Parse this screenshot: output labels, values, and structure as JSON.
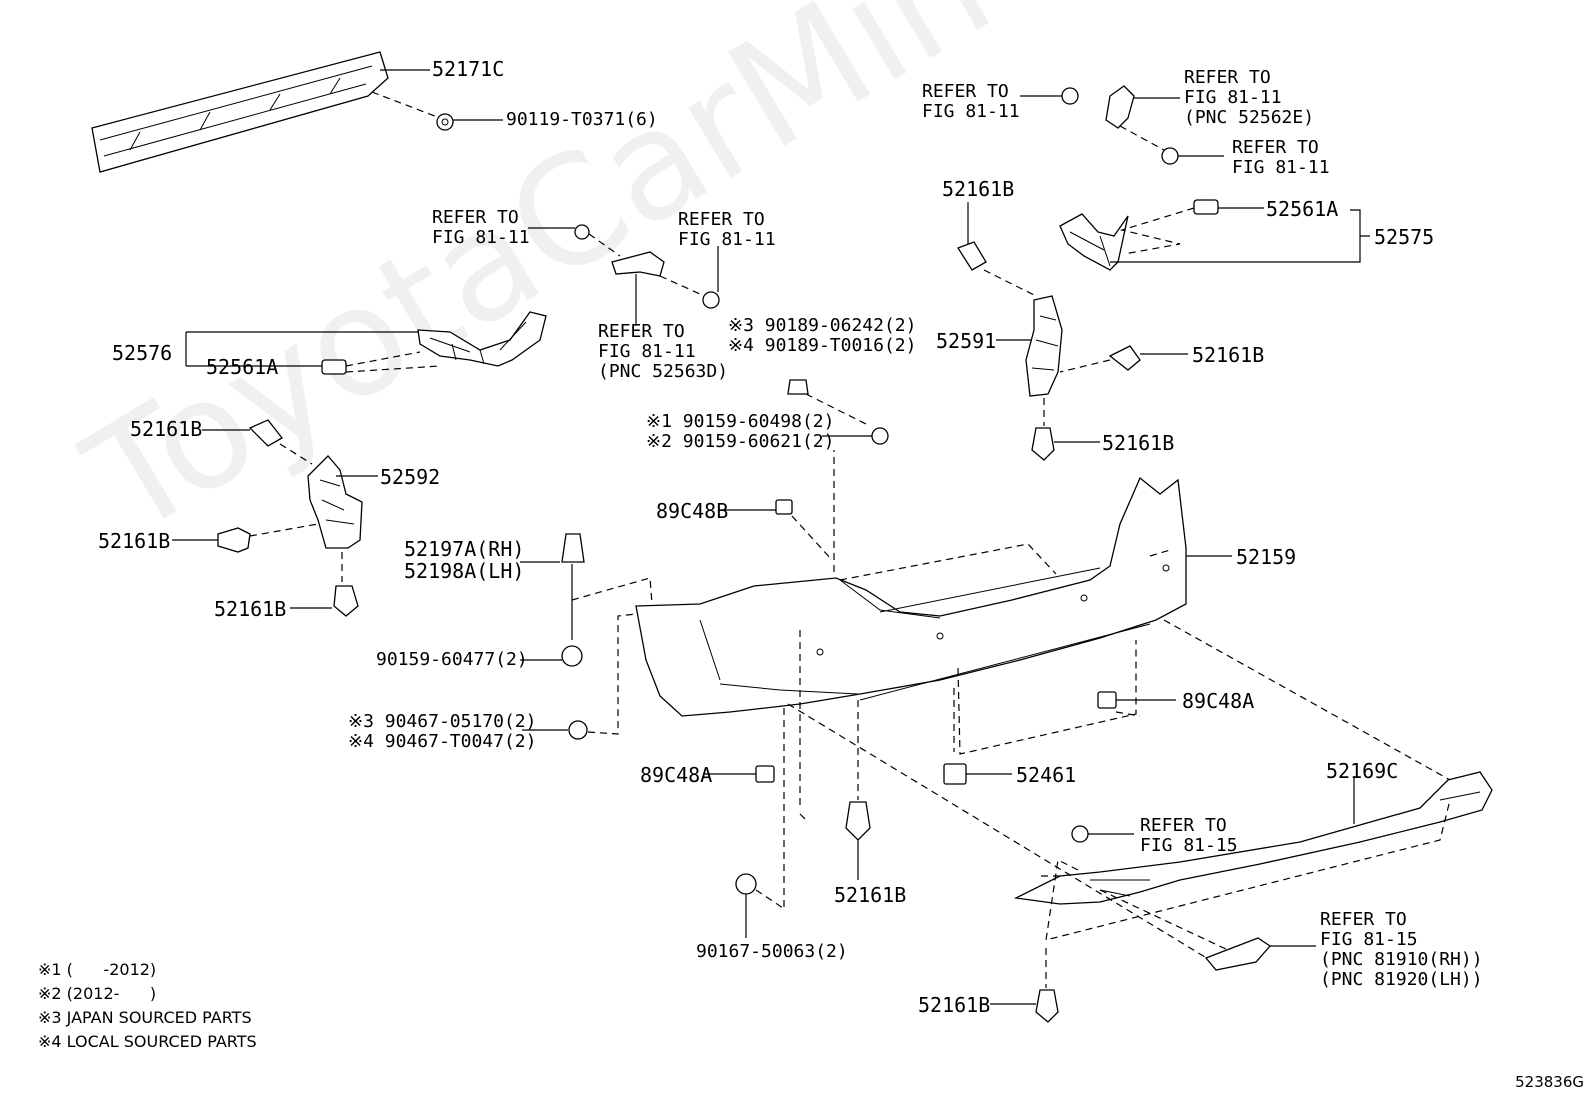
{
  "watermark": "ToyotaCarMine.ru",
  "diagram_code": "523836G",
  "labels": {
    "p52171C": "52171C",
    "p90119": "90119-T0371(6)",
    "refer_topleft": "REFER TO\nFIG 81-11",
    "refer_topright": "REFER TO\nFIG 81-11",
    "refer_mid": "REFER TO\nFIG 81-11\n(PNC 52563D)",
    "note_90189": "※3 90189-06242(2)\n※4 90189-T0016(2)",
    "note_90159": "※1 90159-60498(2)\n※2 90159-60621(2)",
    "p52576": "52576",
    "p52561A_left": "52561A",
    "p52161B_l1": "52161B",
    "p52592": "52592",
    "p52161B_l2": "52161B",
    "p52161B_l3": "52161B",
    "p52197A": "52197A(RH)\n52198A(LH)",
    "p90159_60477": "90159-60477(2)",
    "note_90467": "※3 90467-05170(2)\n※4 90467-T0047(2)",
    "p89C48A_left": "89C48A",
    "p90167": "90167-50063(2)",
    "p52161B_bottom": "52161B",
    "p89C48B": "89C48B",
    "refer_rt1": "REFER TO\nFIG 81-11",
    "refer_rt2": "REFER TO\nFIG 81-11\n(PNC 52562E)",
    "refer_rt3": "REFER TO\nFIG 81-11",
    "p52161B_r1": "52161B",
    "p52561A_right": "52561A",
    "p52575": "52575",
    "p52591": "52591",
    "p52161B_r2": "52161B",
    "p52161B_r3": "52161B",
    "p52159": "52159",
    "p89C48A_right": "89C48A",
    "p52461": "52461",
    "p52169C": "52169C",
    "refer_fig81_15": "REFER TO\nFIG 81-15",
    "refer_fig81_15_pnc": "REFER TO\nFIG 81-15\n(PNC 81910(RH))\n(PNC 81920(LH))",
    "p52161B_bottom2": "52161B"
  },
  "footnotes": [
    "※1 (      -2012)",
    "※2 (2012-      )",
    "※3 JAPAN SOURCED PARTS",
    "※4 LOCAL SOURCED PARTS"
  ]
}
